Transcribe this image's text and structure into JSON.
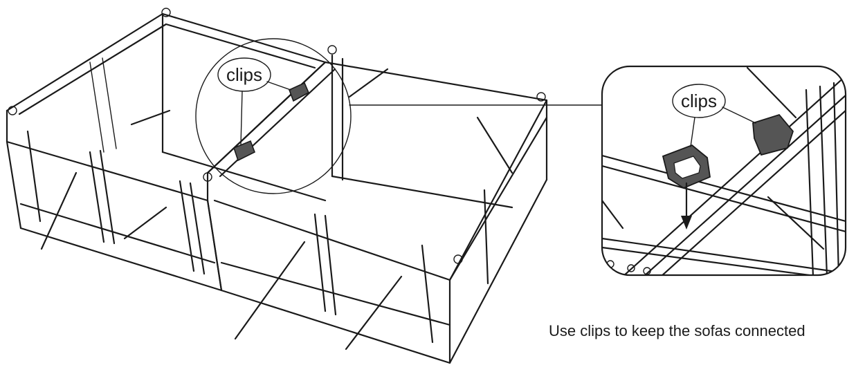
{
  "callouts": {
    "main_label": "clips",
    "zoom_label": "clips"
  },
  "instruction": {
    "text": "Use clips to keep the sofas connected"
  },
  "colors": {
    "line": "#1a1a1a",
    "clip_fill": "#555555",
    "background": "#ffffff"
  }
}
